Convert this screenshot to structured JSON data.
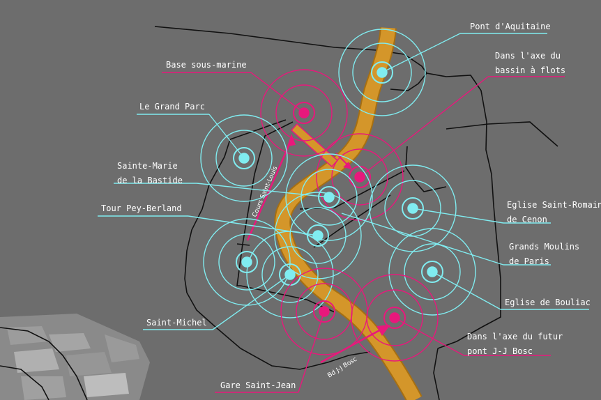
{
  "colors": {
    "background": "#6d6d6d",
    "river": "#d4962a",
    "river_edge": "#a66f12",
    "cyan": "#80ecf0",
    "magenta": "#e8187c",
    "boundary": "#111111"
  },
  "roads": {
    "cours_saint_louis": "Cours Saint-Louis",
    "bd_jj_bosc": "Bd J-J Bosc"
  },
  "landmarks": [
    {
      "id": "pont-d-aquitaine",
      "lines": [
        "Pont d'Aquitaine"
      ],
      "kind": "cyan"
    },
    {
      "id": "bassin-a-flots",
      "lines": [
        "Dans l'axe du",
        "bassin à flots"
      ],
      "kind": "magenta"
    },
    {
      "id": "base-sous-marine",
      "lines": [
        "Base sous-marine"
      ],
      "kind": "magenta"
    },
    {
      "id": "le-grand-parc",
      "lines": [
        "Le Grand Parc"
      ],
      "kind": "cyan"
    },
    {
      "id": "sainte-marie",
      "lines": [
        "Sainte-Marie",
        "de la Bastide"
      ],
      "kind": "cyan"
    },
    {
      "id": "tour-pey-berland",
      "lines": [
        "Tour Pey-Berland"
      ],
      "kind": "cyan"
    },
    {
      "id": "saint-romain",
      "lines": [
        "Eglise Saint-Romain",
        "de Cenon"
      ],
      "kind": "cyan"
    },
    {
      "id": "grands-moulins",
      "lines": [
        "Grands Moulins",
        "de Paris"
      ],
      "kind": "cyan"
    },
    {
      "id": "eglise-bouliac",
      "lines": [
        "Eglise de Bouliac"
      ],
      "kind": "cyan"
    },
    {
      "id": "saint-michel",
      "lines": [
        "Saint-Michel"
      ],
      "kind": "cyan"
    },
    {
      "id": "pont-jj-bosc",
      "lines": [
        "Dans l'axe du futur",
        "pont J-J Bosc"
      ],
      "kind": "magenta"
    },
    {
      "id": "gare-saint-jean",
      "lines": [
        "Gare Saint-Jean"
      ],
      "kind": "magenta"
    }
  ]
}
